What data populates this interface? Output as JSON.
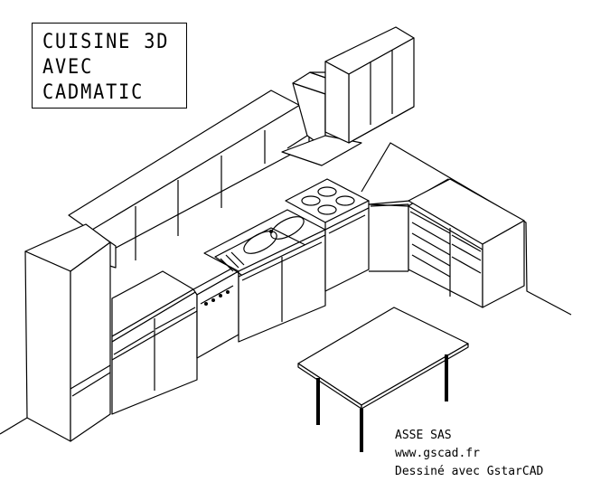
{
  "title_box": {
    "line1": "CUISINE 3D",
    "line2": "AVEC",
    "line3": "CADMATIC"
  },
  "credits": {
    "company": "ASSE SAS",
    "website": "www.gscad.fr",
    "drawn_with": "Dessiné avec GstarCAD"
  }
}
